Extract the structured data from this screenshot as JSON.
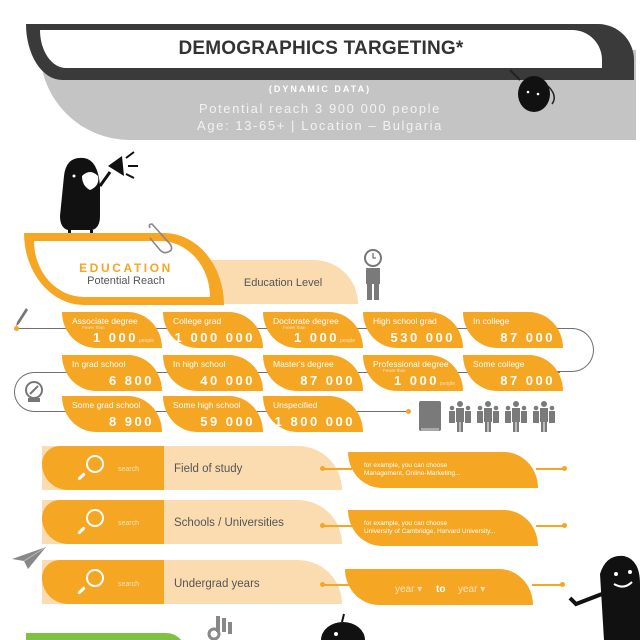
{
  "header": {
    "title": "DEMOGRAPHICS TARGETING*",
    "subtitle": "(DYNAMIC DATA)",
    "reach_line": "Potential reach 3 900 000 people",
    "filter_line": "Age: 13-65+ | Location – Bulgaria"
  },
  "education": {
    "title": "EDUCATION",
    "subtitle": "Potential Reach",
    "level_label": "Education Level"
  },
  "degrees": [
    {
      "label": "Associate degree",
      "prefix": "Fewer than",
      "value": "1 000",
      "suffix": "people"
    },
    {
      "label": "College grad",
      "prefix": "",
      "value": "1 000 000",
      "suffix": ""
    },
    {
      "label": "Doctorate degree",
      "prefix": "Fewer than",
      "value": "1 000",
      "suffix": "people"
    },
    {
      "label": "High school grad",
      "prefix": "",
      "value": "530 000",
      "suffix": ""
    },
    {
      "label": "In college",
      "prefix": "",
      "value": "87 000",
      "suffix": ""
    },
    {
      "label": "In grad school",
      "prefix": "",
      "value": "6 800",
      "suffix": ""
    },
    {
      "label": "In high school",
      "prefix": "",
      "value": "40 000",
      "suffix": ""
    },
    {
      "label": "Master's degree",
      "prefix": "",
      "value": "87 000",
      "suffix": ""
    },
    {
      "label": "Professional degree",
      "prefix": "Fewer than",
      "value": "1 000",
      "suffix": "people"
    },
    {
      "label": "Some college",
      "prefix": "",
      "value": "87 000",
      "suffix": ""
    },
    {
      "label": "Some grad school",
      "prefix": "",
      "value": "8 900",
      "suffix": ""
    },
    {
      "label": "Some high school",
      "prefix": "",
      "value": "59 000",
      "suffix": ""
    },
    {
      "label": "Unspecified",
      "prefix": "",
      "value": "1 800 000",
      "suffix": ""
    }
  ],
  "fields": [
    {
      "search": "search",
      "label": "Field of study",
      "hint1": "for example, you can choose",
      "hint2": "Management, Online-Marketing..."
    },
    {
      "search": "search",
      "label": "Schools / Universities",
      "hint1": "for example, you can choose",
      "hint2": "University of Cambridge, Harvard University..."
    },
    {
      "search": "search",
      "label": "Undergrad years",
      "from": "year",
      "to": "to",
      "until": "year"
    }
  ],
  "colors": {
    "accent": "#f5a623",
    "accent_light": "#fbdcb0",
    "dark": "#3a3a3a",
    "gray": "#c4c4c4",
    "green": "#7dc242"
  }
}
